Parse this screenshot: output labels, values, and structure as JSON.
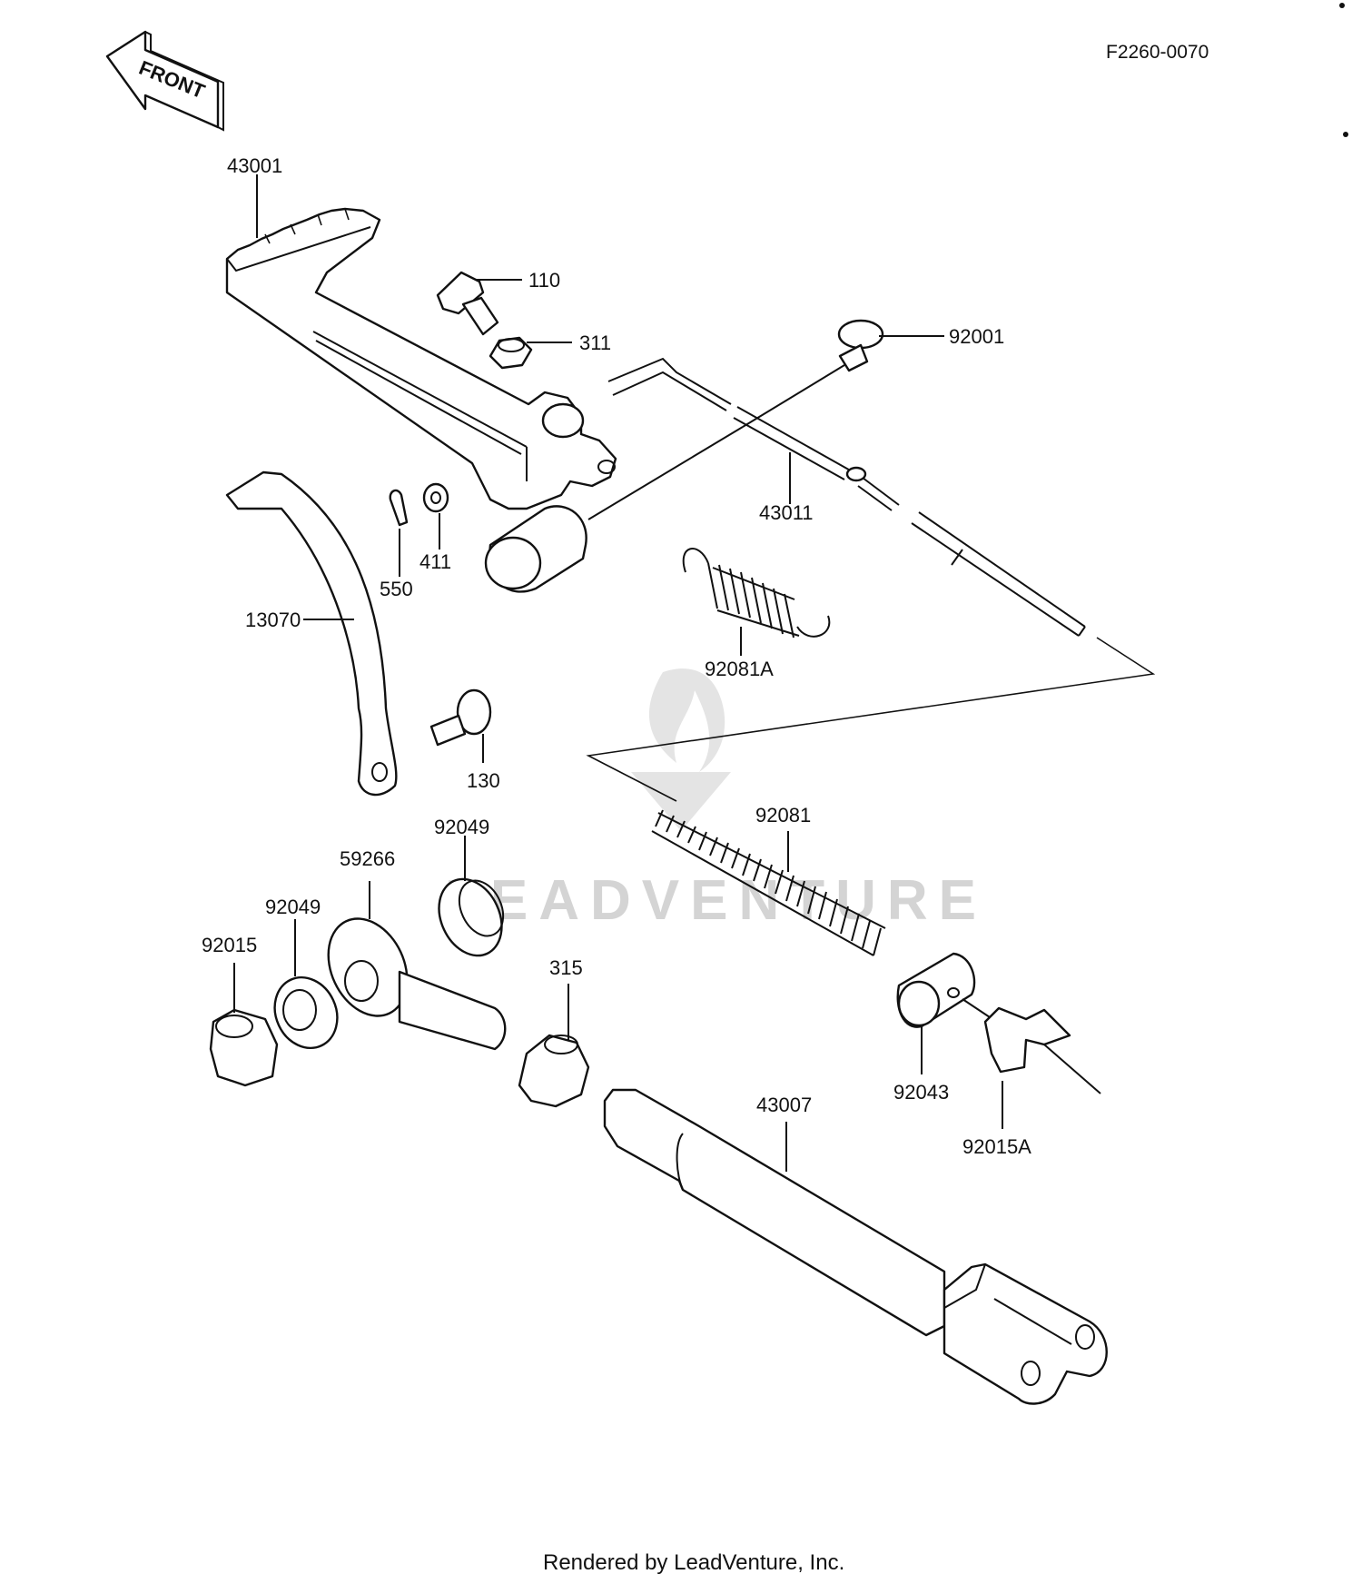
{
  "diagram_code": "F2260-0070",
  "front_label": "FRONT",
  "watermark": "LEADVENTURE",
  "footer": "Rendered by LeadVenture, Inc.",
  "parts": {
    "p43001": "43001",
    "p110": "110",
    "p311": "311",
    "p92001": "92001",
    "p43011": "43011",
    "p411": "411",
    "p550": "550",
    "p13070": "13070",
    "p92081A": "92081A",
    "p130": "130",
    "p92081": "92081",
    "p92049a": "92049",
    "p59266": "59266",
    "p92049b": "92049",
    "p92015": "92015",
    "p315": "315",
    "p92043": "92043",
    "p92015A": "92015A",
    "p43007": "43007"
  }
}
